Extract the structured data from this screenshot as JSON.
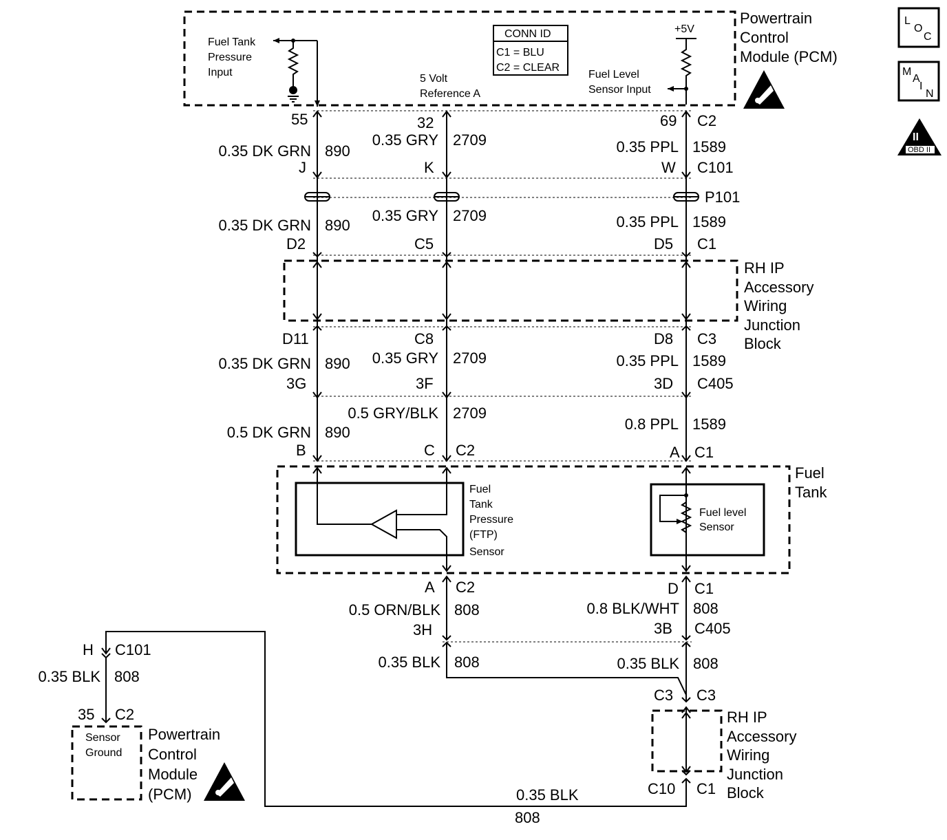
{
  "pcm_top": {
    "title": [
      "Powertrain",
      "Control",
      "Module (PCM)"
    ],
    "fuel_tank_pressure_input": [
      "Fuel Tank",
      "Pressure",
      "Input"
    ],
    "five_volt_ref": [
      "5 Volt",
      "Reference A"
    ],
    "plus_5v": "+5V",
    "fuel_level_sensor_input": [
      "Fuel Level",
      "Sensor Input"
    ],
    "conn_id": {
      "title": "CONN ID",
      "c1": "C1 = BLU",
      "c2": "C2 = CLEAR"
    }
  },
  "side_icons": {
    "loc": [
      "L",
      "O",
      "C"
    ],
    "main": [
      "M",
      "A",
      "I",
      "N"
    ],
    "obd": "OBD II",
    "obd_num": "II"
  },
  "pins": {
    "pcm_55": "55",
    "pcm_32": "32",
    "pcm_69": "69",
    "pcm_c2": "C2",
    "c101_j": "J",
    "c101_k": "K",
    "c101_w": "W",
    "c101": "C101",
    "p101": "P101",
    "c1_d2": "D2",
    "c1_c5": "C5",
    "c1_d5": "D5",
    "c1": "C1",
    "c3_d11": "D11",
    "c3_c8": "C8",
    "c3_d8": "D8",
    "c3": "C3",
    "c405_3g": "3G",
    "c405_3f": "3F",
    "c405_3d": "3D",
    "c405": "C405",
    "tank_b": "B",
    "tank_c": "C",
    "tank_c2": "C2",
    "tank_a": "A",
    "tank_c1": "C1",
    "out_a": "A",
    "out_c2": "C2",
    "out_d": "D",
    "out_c1": "C1",
    "g_3h": "3H",
    "g_3b": "3B",
    "g_c405": "C405",
    "j_c3a": "C3",
    "j_c3b": "C3",
    "j_c10": "C10",
    "j_c1": "C1",
    "pcm2_h": "H",
    "pcm2_c101": "C101",
    "pcm2_35": "35",
    "pcm2_c2": "C2"
  },
  "wires": {
    "w890a": {
      "color": "0.35 DK GRN",
      "circuit": "890"
    },
    "w2709a": {
      "color": "0.35 GRY",
      "circuit": "2709"
    },
    "w1589a": {
      "color": "0.35 PPL",
      "circuit": "1589"
    },
    "w890b": {
      "color": "0.35 DK GRN",
      "circuit": "890"
    },
    "w2709b": {
      "color": "0.35 GRY",
      "circuit": "2709"
    },
    "w1589b": {
      "color": "0.35 PPL",
      "circuit": "1589"
    },
    "w890c": {
      "color": "0.35 DK GRN",
      "circuit": "890"
    },
    "w2709c": {
      "color": "0.35 GRY",
      "circuit": "2709"
    },
    "w1589c": {
      "color": "0.35 PPL",
      "circuit": "1589"
    },
    "w890d": {
      "color": "0.5 DK GRN",
      "circuit": "890"
    },
    "w2709d": {
      "color": "0.5 GRY/BLK",
      "circuit": "2709"
    },
    "w1589d": {
      "color": "0.8 PPL",
      "circuit": "1589"
    },
    "w808a": {
      "color": "0.5 ORN/BLK",
      "circuit": "808"
    },
    "w808b": {
      "color": "0.8 BLK/WHT",
      "circuit": "808"
    },
    "w808c": {
      "color": "0.35 BLK",
      "circuit": "808"
    },
    "w808d": {
      "color": "0.35 BLK",
      "circuit": "808"
    },
    "w808e": {
      "color": "0.35 BLK",
      "circuit": "808"
    },
    "w808f": {
      "color": "0.35 BLK",
      "circuit": "808"
    }
  },
  "junction_block_upper": [
    "RH IP",
    "Accessory",
    "Wiring",
    "Junction",
    "Block"
  ],
  "junction_block_lower": [
    "RH IP",
    "Accessory",
    "Wiring",
    "Junction",
    "Block"
  ],
  "fuel_tank": {
    "title": [
      "Fuel",
      "Tank"
    ],
    "ftp_sensor": [
      "Fuel",
      "Tank",
      "Pressure",
      "(FTP)",
      "Sensor"
    ],
    "level_sensor": [
      "Fuel level",
      "Sensor"
    ]
  },
  "pcm_bottom": {
    "title": [
      "Powertrain",
      "Control",
      "Module",
      "(PCM)"
    ],
    "sensor_ground": [
      "Sensor",
      "Ground"
    ]
  }
}
